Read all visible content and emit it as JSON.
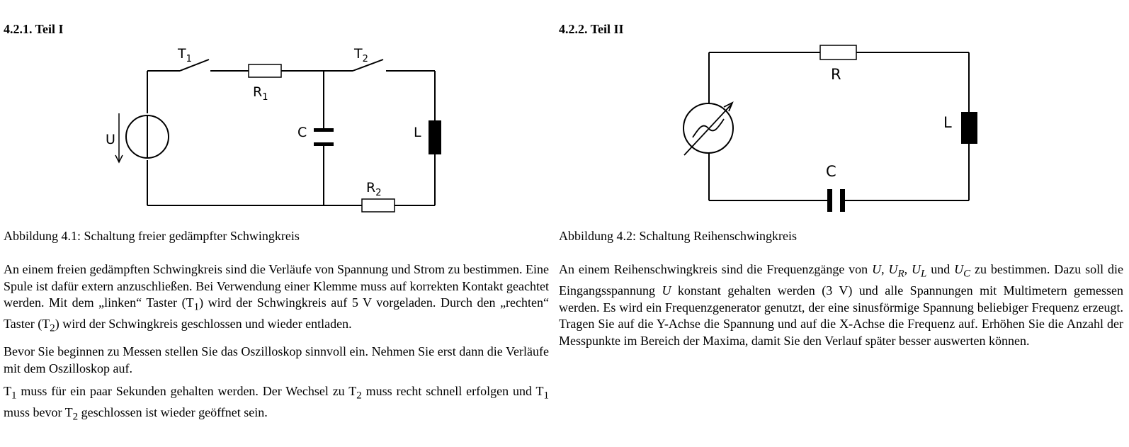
{
  "part1": {
    "heading": "4.2.1. Teil I",
    "labels": {
      "T1": "T",
      "T1_sub": "1",
      "T2": "T",
      "T2_sub": "2",
      "R1": "R",
      "R1_sub": "1",
      "R2": "R",
      "R2_sub": "2",
      "C": "C",
      "L": "L",
      "U": "U"
    },
    "caption": "Abbildung 4.1: Schaltung freier gedämpfter Schwingkreis",
    "p1": {
      "a": "An einem freien gedämpften Schwingkreis sind die Verläufe von Spannung und Strom zu bestimmen. Eine Spule ist dafür extern anzuschließen. Bei Verwendung einer Klemme muss auf korrekten Kontakt geachtet werden. Mit dem „linken“ Taster (T",
      "a_sub": "1",
      "b": ") wird der Schwingkreis auf 5 V vorgeladen. Durch den „rechten“ Taster (T",
      "b_sub": "2",
      "c": ") wird der Schwingkreis geschlossen und wieder entladen."
    },
    "p2": "Bevor Sie beginnen zu Messen stellen Sie das Oszilloskop sinnvoll ein. Nehmen Sie erst dann die Verläufe mit dem Oszilloskop auf.",
    "p3": {
      "a": "T",
      "a_sub": "1",
      "b": " muss für ein paar Sekunden gehalten werden. Der Wechsel zu T",
      "b_sub": "2",
      "c": " muss recht schnell erfolgen und T",
      "c_sub": "1",
      "d": " muss bevor T",
      "d_sub": "2",
      "e": " geschlossen ist wieder geöffnet sein."
    }
  },
  "part2": {
    "heading": "4.2.2. Teil II",
    "labels": {
      "R": "R",
      "L": "L",
      "C": "C"
    },
    "caption": "Abbildung 4.2: Schaltung Reihenschwingkreis",
    "p1": {
      "a": "An einem Reihenschwingkreis sind die Frequenzgänge von ",
      "U": "U",
      "sep1": ", ",
      "UR": "U",
      "UR_sub": "R",
      "sep2": ", ",
      "UL": "U",
      "UL_sub": "L",
      "b": " und ",
      "UC": "U",
      "UC_sub": "C",
      "c": " zu bestimmen. Dazu soll die Eingangsspannung ",
      "U2": "U",
      "d": " konstant gehalten werden (3 V) und alle Spannungen mit Multimetern gemessen werden. Es wird ein Frequenzgenerator genutzt, der eine sinusförmige Spannung beliebiger Frequenz erzeugt. Tragen Sie auf die Y-Achse die Spannung und auf die X-Achse die Frequenz auf. Erhöhen Sie die Anzahl der Messpunkte im Bereich der Maxima, damit Sie den Verlauf später besser auswerten können."
    }
  }
}
